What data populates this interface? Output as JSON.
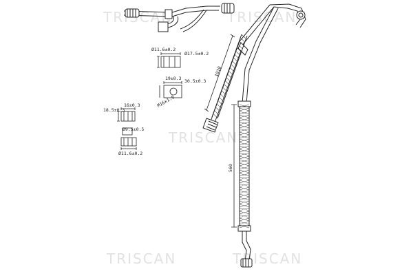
{
  "watermark": {
    "brand": "TRISCAN",
    "color": "#e2e2e2"
  },
  "drawing": {
    "line_color": "#222222",
    "length_labels": {
      "upper_pipe": "1010",
      "lower_pipe": "560"
    },
    "dimensions": {
      "fitting_a_inner": "Ø11.6±0.2",
      "fitting_a_outer": "Ø17.5±0.2",
      "fitting_b_top": "19±0.3",
      "fitting_b_side": "30.5±0.3",
      "fitting_b_thread": "M16x1.5",
      "fitting_c_top": "16±0.3",
      "fitting_c_left": "18.5±0.3",
      "fitting_c_mid": "Ø9.5±0.5",
      "fitting_c_bottom": "Ø11.6±0.2"
    }
  }
}
